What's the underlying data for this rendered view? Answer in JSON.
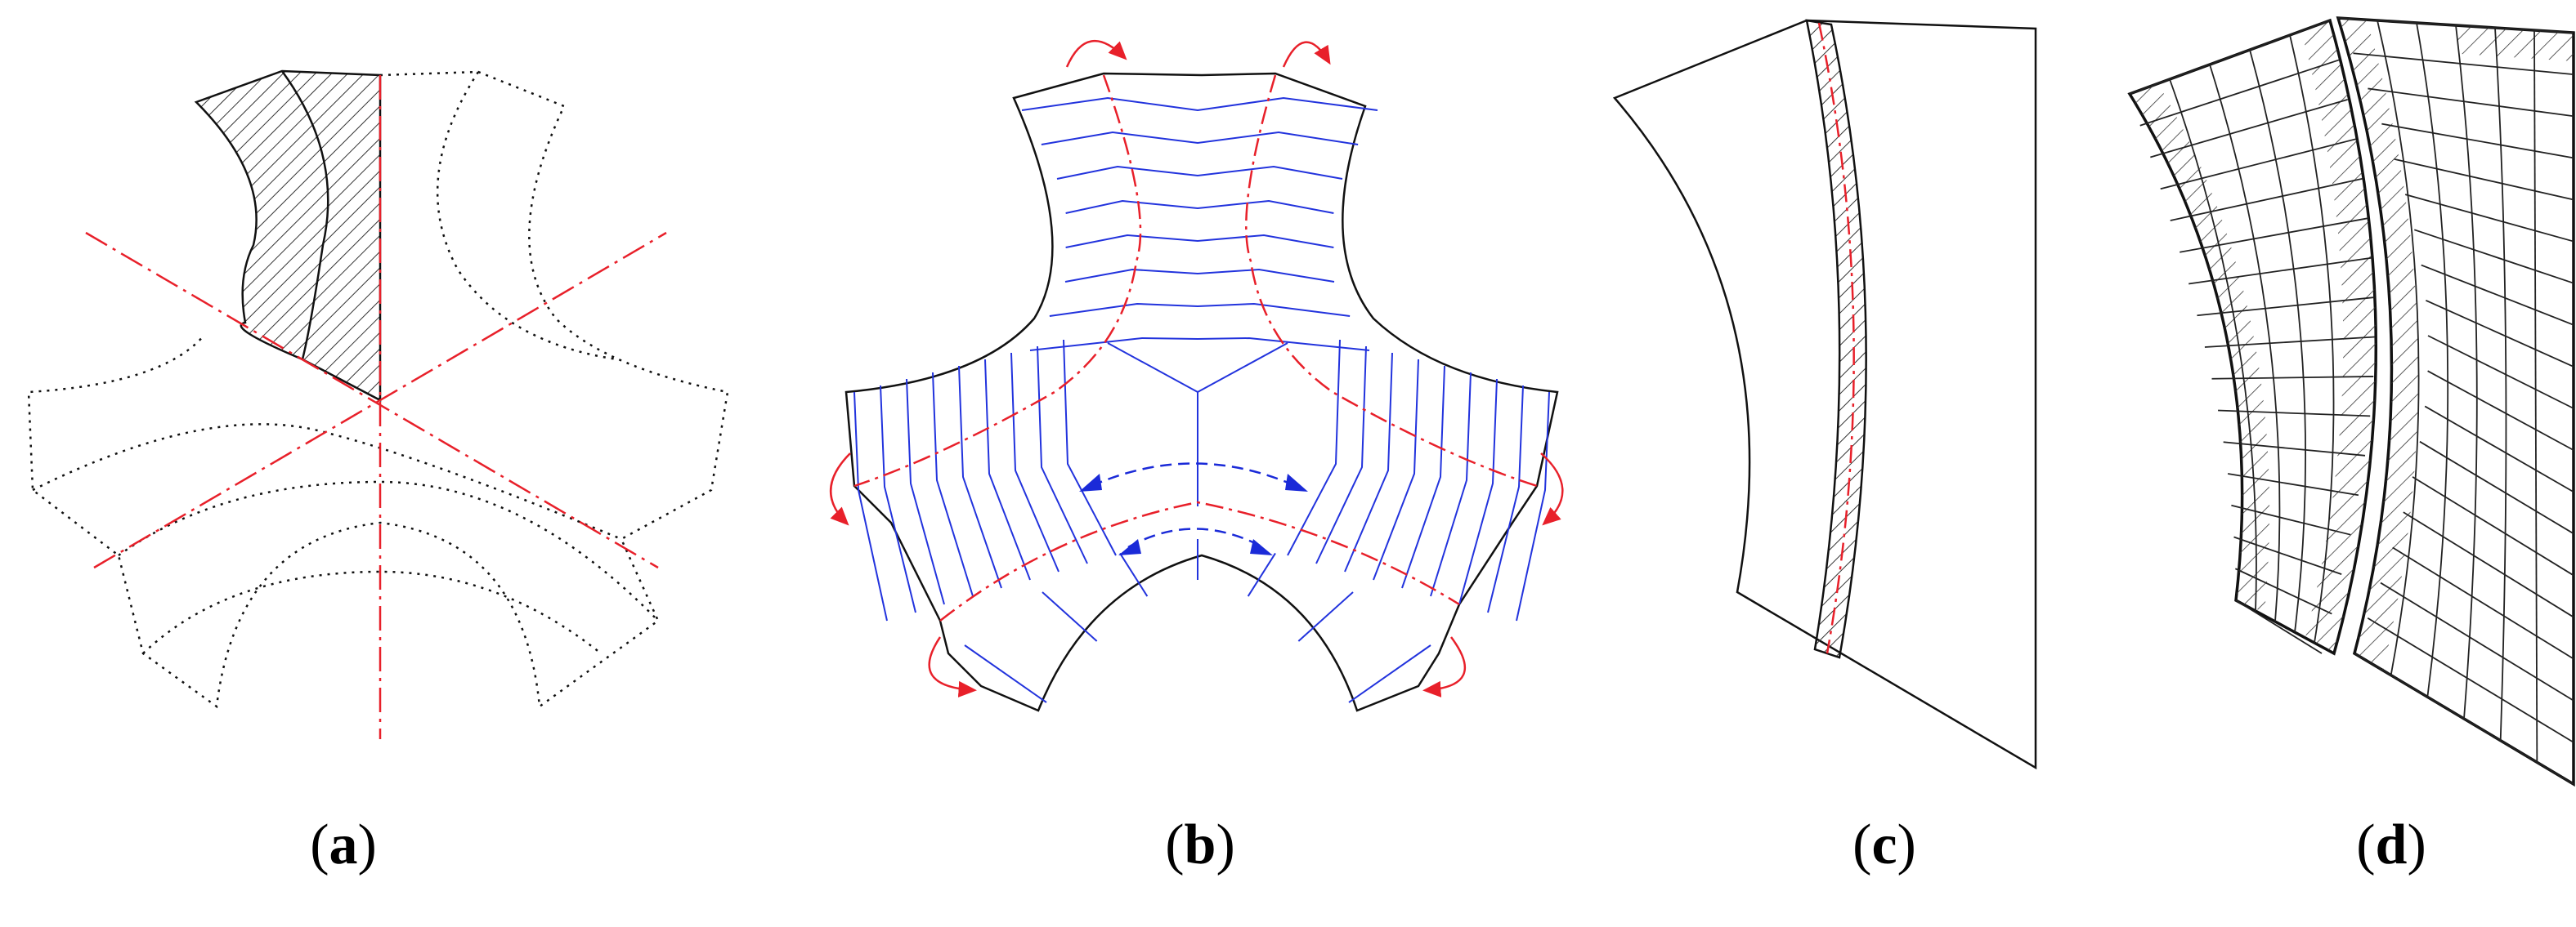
{
  "panels": [
    {
      "id": "a",
      "label": "a"
    },
    {
      "id": "b",
      "label": "b"
    },
    {
      "id": "c",
      "label": "c"
    },
    {
      "id": "d",
      "label": "d"
    }
  ],
  "colors": {
    "outline": "#111111",
    "symmetry_axis": "#e8202a",
    "mesh_line": "#2233dd",
    "arrow": "#e8202a",
    "rotation_arrow": "#1a2ad8"
  }
}
